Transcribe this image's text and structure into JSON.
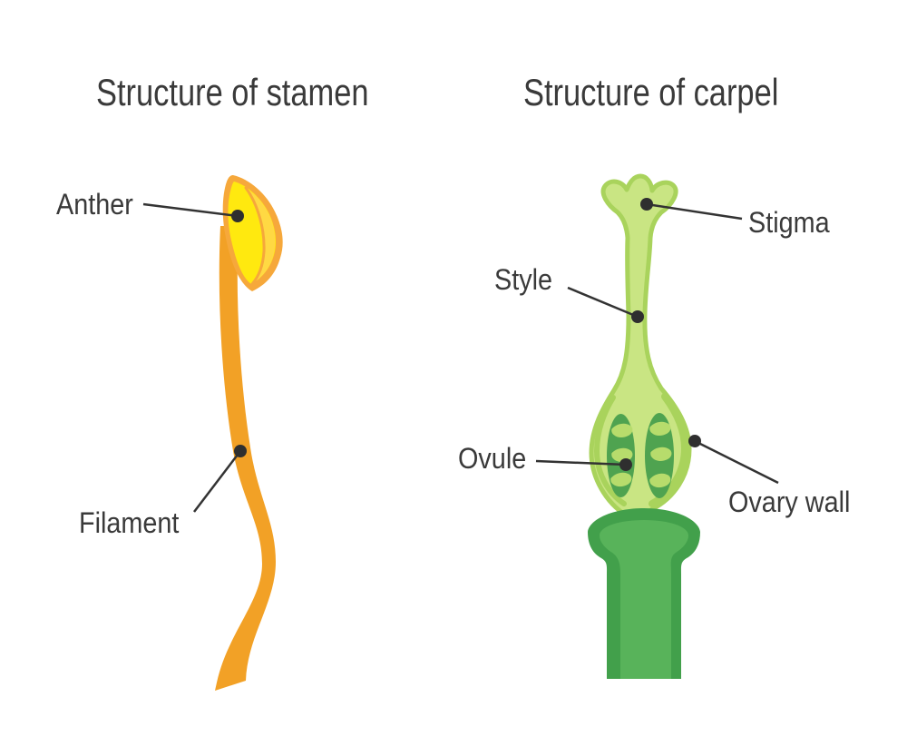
{
  "diagram": {
    "background": "#ffffff",
    "panels": {
      "stamen": {
        "title": "Structure of stamen",
        "labels": {
          "anther": "Anther",
          "filament": "Filament"
        }
      },
      "carpel": {
        "title": "Structure of carpel",
        "labels": {
          "stigma": "Stigma",
          "style": "Style",
          "ovule": "Ovule",
          "ovary_wall": "Ovary wall"
        }
      }
    },
    "colors": {
      "text": "#3a3a3a",
      "leader_line": "#333333",
      "leader_dot": "#2f2f2f",
      "filament_orange": "#F2A126",
      "anther_border_orange": "#F6A83B",
      "anther_yellow": "#FFE90F",
      "anther_lobe_yellow": "#FFD943",
      "carpel_fill": "#C9E583",
      "carpel_rim": "#A9D35C",
      "locule_green": "#4FA350",
      "ovule_green": "#B7DC6C",
      "receptacle_dark": "#42A04B",
      "receptacle_light": "#58B35A"
    }
  }
}
